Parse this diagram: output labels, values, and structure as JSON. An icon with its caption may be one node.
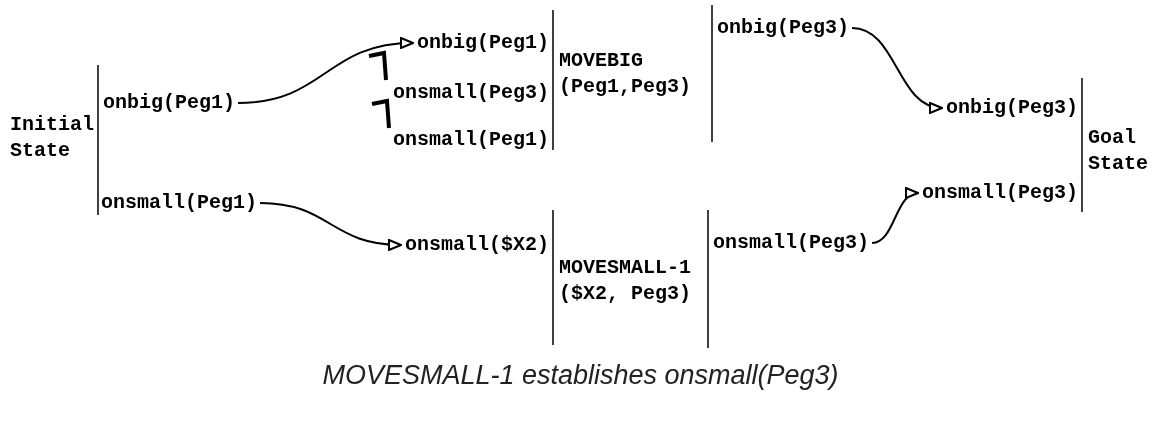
{
  "diagram": {
    "caption": "MOVESMALL-1 establishes onsmall(Peg3)",
    "nodes": [
      {
        "text": [
          "Initial State"
        ]
      },
      {
        "text": [
          "onbig(Peg1)"
        ]
      },
      {
        "text": [
          "onsmall(Peg1)"
        ]
      },
      {
        "text": [
          "onbig(Peg1)"
        ]
      },
      {
        "text": [
          "onsmall(Peg3)"
        ]
      },
      {
        "text": [
          "onsmall(Peg1)"
        ]
      },
      {
        "text": [
          "MOVEBIG (Peg1,Peg3)"
        ]
      },
      {
        "text": [
          "onbig(Peg3)"
        ]
      },
      {
        "text": [
          "onsmall($X2)"
        ]
      },
      {
        "text": [
          "MOVESMALL-1 ($X2, Peg3)"
        ]
      },
      {
        "text": [
          "onsmall(Peg3)"
        ]
      },
      {
        "text": [
          "onbig(Peg3)"
        ]
      },
      {
        "text": [
          "onsmall(Peg3)"
        ]
      },
      {
        "text": [
          "Goal State"
        ]
      }
    ],
    "edges": [
      {
        "from": 1,
        "to": 3,
        "arrow": "to"
      },
      {
        "from": 2,
        "to": 8,
        "arrow": "to"
      },
      {
        "from": 7,
        "to": 11,
        "arrow": "to"
      },
      {
        "from": 10,
        "to": 12,
        "arrow": "to"
      }
    ]
  }
}
